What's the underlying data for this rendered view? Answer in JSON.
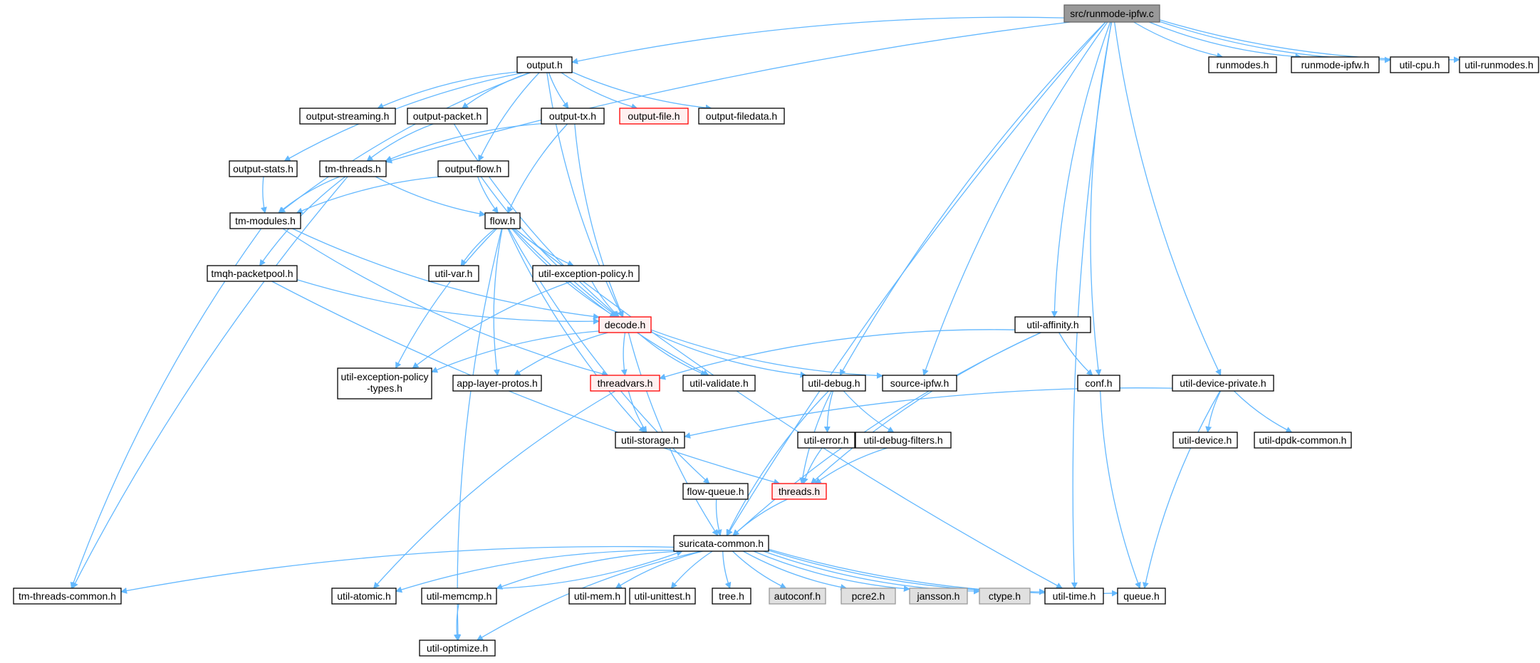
{
  "colors": {
    "edge": "#63b8ff",
    "node_fill": "#ffffff",
    "node_border": "#000000",
    "root_fill": "#999999",
    "root_border": "#666666",
    "missing_fill": "#e0e0e0",
    "missing_border": "#999999",
    "truncated_fill": "#fff0f0",
    "truncated_border": "#ff0000"
  },
  "nodes": {
    "runmode_ipfw_c": {
      "label": "src/runmode-ipfw.c",
      "kind": "root"
    },
    "output_h": {
      "label": "output.h",
      "kind": "normal"
    },
    "runmodes_h": {
      "label": "runmodes.h",
      "kind": "normal"
    },
    "runmode_ipfw_h": {
      "label": "runmode-ipfw.h",
      "kind": "normal"
    },
    "util_cpu_h": {
      "label": "util-cpu.h",
      "kind": "normal"
    },
    "util_runmodes_h": {
      "label": "util-runmodes.h",
      "kind": "normal"
    },
    "output_streaming_h": {
      "label": "output-streaming.h",
      "kind": "normal"
    },
    "output_packet_h": {
      "label": "output-packet.h",
      "kind": "normal"
    },
    "output_tx_h": {
      "label": "output-tx.h",
      "kind": "normal"
    },
    "output_file_h": {
      "label": "output-file.h",
      "kind": "truncated"
    },
    "output_filedata_h": {
      "label": "output-filedata.h",
      "kind": "normal"
    },
    "output_stats_h": {
      "label": "output-stats.h",
      "kind": "normal"
    },
    "tm_threads_h": {
      "label": "tm-threads.h",
      "kind": "normal"
    },
    "output_flow_h": {
      "label": "output-flow.h",
      "kind": "normal"
    },
    "tm_modules_h": {
      "label": "tm-modules.h",
      "kind": "normal"
    },
    "flow_h": {
      "label": "flow.h",
      "kind": "normal"
    },
    "tmqh_packetpool_h": {
      "label": "tmqh-packetpool.h",
      "kind": "normal"
    },
    "util_var_h": {
      "label": "util-var.h",
      "kind": "normal"
    },
    "util_exception_policy_h": {
      "label": "util-exception-policy.h",
      "kind": "normal"
    },
    "decode_h": {
      "label": "decode.h",
      "kind": "truncated"
    },
    "util_affinity_h": {
      "label": "util-affinity.h",
      "kind": "normal"
    },
    "util_exception_policy_types_h": {
      "label1": "util-exception-policy",
      "label2": "-types.h",
      "kind": "normal"
    },
    "app_layer_protos_h": {
      "label": "app-layer-protos.h",
      "kind": "normal"
    },
    "threadvars_h": {
      "label": "threadvars.h",
      "kind": "truncated"
    },
    "util_validate_h": {
      "label": "util-validate.h",
      "kind": "normal"
    },
    "util_debug_h": {
      "label": "util-debug.h",
      "kind": "normal"
    },
    "source_ipfw_h": {
      "label": "source-ipfw.h",
      "kind": "normal"
    },
    "conf_h": {
      "label": "conf.h",
      "kind": "normal"
    },
    "util_device_private_h": {
      "label": "util-device-private.h",
      "kind": "normal"
    },
    "util_storage_h": {
      "label": "util-storage.h",
      "kind": "normal"
    },
    "util_error_h": {
      "label": "util-error.h",
      "kind": "normal"
    },
    "util_debug_filters_h": {
      "label": "util-debug-filters.h",
      "kind": "normal"
    },
    "util_device_h": {
      "label": "util-device.h",
      "kind": "normal"
    },
    "util_dpdk_common_h": {
      "label": "util-dpdk-common.h",
      "kind": "normal"
    },
    "flow_queue_h": {
      "label": "flow-queue.h",
      "kind": "normal"
    },
    "threads_h": {
      "label": "threads.h",
      "kind": "truncated"
    },
    "suricata_common_h": {
      "label": "suricata-common.h",
      "kind": "normal"
    },
    "tm_threads_common_h": {
      "label": "tm-threads-common.h",
      "kind": "normal"
    },
    "util_atomic_h": {
      "label": "util-atomic.h",
      "kind": "normal"
    },
    "util_memcmp_h": {
      "label": "util-memcmp.h",
      "kind": "normal"
    },
    "util_mem_h": {
      "label": "util-mem.h",
      "kind": "normal"
    },
    "util_unittest_h": {
      "label": "util-unittest.h",
      "kind": "normal"
    },
    "tree_h": {
      "label": "tree.h",
      "kind": "normal"
    },
    "autoconf_h": {
      "label": "autoconf.h",
      "kind": "missing"
    },
    "pcre2_h": {
      "label": "pcre2.h",
      "kind": "missing"
    },
    "jansson_h": {
      "label": "jansson.h",
      "kind": "missing"
    },
    "ctype_h": {
      "label": "ctype.h",
      "kind": "missing"
    },
    "util_time_h": {
      "label": "util-time.h",
      "kind": "normal"
    },
    "queue_h": {
      "label": "queue.h",
      "kind": "normal"
    },
    "util_optimize_h": {
      "label": "util-optimize.h",
      "kind": "normal"
    }
  },
  "edges": [
    [
      "runmode_ipfw_c",
      "output_h"
    ],
    [
      "runmode_ipfw_c",
      "runmodes_h"
    ],
    [
      "runmode_ipfw_c",
      "runmode_ipfw_h"
    ],
    [
      "runmode_ipfw_c",
      "util_cpu_h"
    ],
    [
      "runmode_ipfw_c",
      "util_runmodes_h"
    ],
    [
      "runmode_ipfw_c",
      "tm_threads_h"
    ],
    [
      "runmode_ipfw_c",
      "suricata_common_h"
    ],
    [
      "runmode_ipfw_c",
      "util_debug_h"
    ],
    [
      "runmode_ipfw_c",
      "source_ipfw_h"
    ],
    [
      "runmode_ipfw_c",
      "util_affinity_h"
    ],
    [
      "runmode_ipfw_c",
      "conf_h"
    ],
    [
      "runmode_ipfw_c",
      "util_device_private_h"
    ],
    [
      "runmode_ipfw_c",
      "util_time_h"
    ],
    [
      "output_h",
      "output_streaming_h"
    ],
    [
      "output_h",
      "output_packet_h"
    ],
    [
      "output_h",
      "output_tx_h"
    ],
    [
      "output_h",
      "output_file_h"
    ],
    [
      "output_h",
      "output_filedata_h"
    ],
    [
      "output_h",
      "output_stats_h"
    ],
    [
      "output_h",
      "output_flow_h"
    ],
    [
      "output_h",
      "tm_modules_h"
    ],
    [
      "output_h",
      "decode_h"
    ],
    [
      "output_packet_h",
      "tm_threads_h"
    ],
    [
      "output_packet_h",
      "decode_h"
    ],
    [
      "output_tx_h",
      "tm_threads_h"
    ],
    [
      "output_tx_h",
      "flow_h"
    ],
    [
      "output_tx_h",
      "decode_h"
    ],
    [
      "output_stats_h",
      "tm_modules_h"
    ],
    [
      "tm_threads_h",
      "tm_modules_h"
    ],
    [
      "tm_threads_h",
      "flow_h"
    ],
    [
      "tm_threads_h",
      "tmqh_packetpool_h"
    ],
    [
      "tm_threads_h",
      "tm_threads_common_h"
    ],
    [
      "output_flow_h",
      "tm_modules_h"
    ],
    [
      "output_flow_h",
      "flow_h"
    ],
    [
      "output_flow_h",
      "decode_h"
    ],
    [
      "tm_modules_h",
      "decode_h"
    ],
    [
      "tm_modules_h",
      "threadvars_h"
    ],
    [
      "tm_modules_h",
      "tm_threads_common_h"
    ],
    [
      "flow_h",
      "util_var_h"
    ],
    [
      "flow_h",
      "util_exception_policy_h"
    ],
    [
      "flow_h",
      "decode_h"
    ],
    [
      "flow_h",
      "util_exception_policy_types_h"
    ],
    [
      "flow_h",
      "app_layer_protos_h"
    ],
    [
      "flow_h",
      "util_validate_h"
    ],
    [
      "flow_h",
      "util_storage_h"
    ],
    [
      "flow_h",
      "flow_queue_h"
    ],
    [
      "flow_h",
      "util_time_h"
    ],
    [
      "flow_h",
      "util_optimize_h"
    ],
    [
      "tmqh_packetpool_h",
      "decode_h"
    ],
    [
      "tmqh_packetpool_h",
      "threads_h"
    ],
    [
      "util_exception_policy_h",
      "decode_h"
    ],
    [
      "util_exception_policy_h",
      "util_exception_policy_types_h"
    ],
    [
      "decode_h",
      "util_exception_policy_types_h"
    ],
    [
      "decode_h",
      "app_layer_protos_h"
    ],
    [
      "decode_h",
      "threadvars_h"
    ],
    [
      "decode_h",
      "util_validate_h"
    ],
    [
      "decode_h",
      "util_debug_h"
    ],
    [
      "decode_h",
      "source_ipfw_h"
    ],
    [
      "decode_h",
      "suricata_common_h"
    ],
    [
      "util_affinity_h",
      "threadvars_h"
    ],
    [
      "util_affinity_h",
      "conf_h"
    ],
    [
      "util_affinity_h",
      "threads_h"
    ],
    [
      "util_affinity_h",
      "suricata_common_h"
    ],
    [
      "threadvars_h",
      "util_storage_h"
    ],
    [
      "threadvars_h",
      "util_atomic_h"
    ],
    [
      "util_debug_h",
      "util_error_h"
    ],
    [
      "util_debug_h",
      "util_debug_filters_h"
    ],
    [
      "util_debug_h",
      "threads_h"
    ],
    [
      "util_debug_h",
      "suricata_common_h"
    ],
    [
      "conf_h",
      "queue_h"
    ],
    [
      "util_device_private_h",
      "util_storage_h"
    ],
    [
      "util_device_private_h",
      "util_device_h"
    ],
    [
      "util_device_private_h",
      "util_dpdk_common_h"
    ],
    [
      "util_device_private_h",
      "queue_h"
    ],
    [
      "util_error_h",
      "threads_h"
    ],
    [
      "util_debug_filters_h",
      "threads_h"
    ],
    [
      "flow_queue_h",
      "suricata_common_h"
    ],
    [
      "threads_h",
      "suricata_common_h"
    ],
    [
      "suricata_common_h",
      "tm_threads_common_h"
    ],
    [
      "suricata_common_h",
      "util_atomic_h"
    ],
    [
      "suricata_common_h",
      "util_memcmp_h"
    ],
    [
      "suricata_common_h",
      "util_mem_h"
    ],
    [
      "suricata_common_h",
      "util_unittest_h"
    ],
    [
      "suricata_common_h",
      "tree_h"
    ],
    [
      "suricata_common_h",
      "autoconf_h"
    ],
    [
      "suricata_common_h",
      "pcre2_h"
    ],
    [
      "suricata_common_h",
      "jansson_h"
    ],
    [
      "suricata_common_h",
      "ctype_h"
    ],
    [
      "suricata_common_h",
      "util_time_h"
    ],
    [
      "suricata_common_h",
      "queue_h"
    ],
    [
      "suricata_common_h",
      "util_optimize_h"
    ],
    [
      "util_memcmp_h",
      "suricata_common_h"
    ],
    [
      "util_memcmp_h",
      "util_optimize_h"
    ]
  ]
}
